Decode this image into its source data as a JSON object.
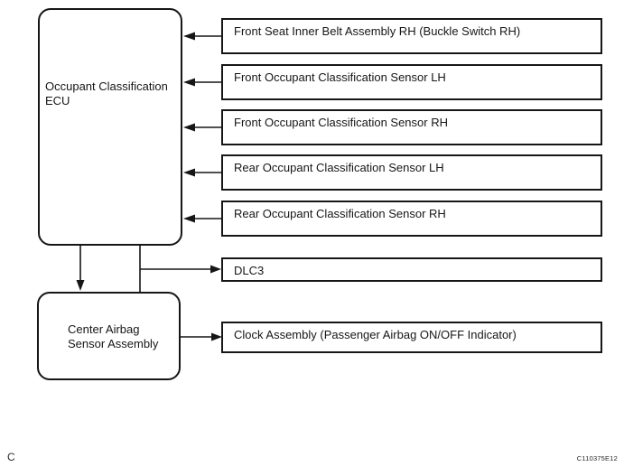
{
  "figure": {
    "ecu_box": {
      "lines": [
        "Occupant Classification",
        "ECU"
      ]
    },
    "center_airbag_box": {
      "lines": [
        "Center Airbag",
        "Sensor Assembly"
      ]
    },
    "sensor_boxes": [
      {
        "label": "Front Seat Inner Belt Assembly RH (Buckle Switch RH)"
      },
      {
        "label": "Front Occupant Classification Sensor LH"
      },
      {
        "label": "Front Occupant Classification Sensor RH"
      },
      {
        "label": "Rear Occupant Classification Sensor LH"
      },
      {
        "label": "Rear Occupant Classification Sensor RH"
      }
    ],
    "dlc3_box": {
      "label": "DLC3"
    },
    "clock_box": {
      "label": "Clock Assembly (Passenger Airbag ON/OFF Indicator)"
    }
  },
  "footer": {
    "page_marker": "C",
    "figure_code": "C110375E12"
  },
  "colors": {
    "line": "#161616",
    "background": "#ffffff"
  }
}
